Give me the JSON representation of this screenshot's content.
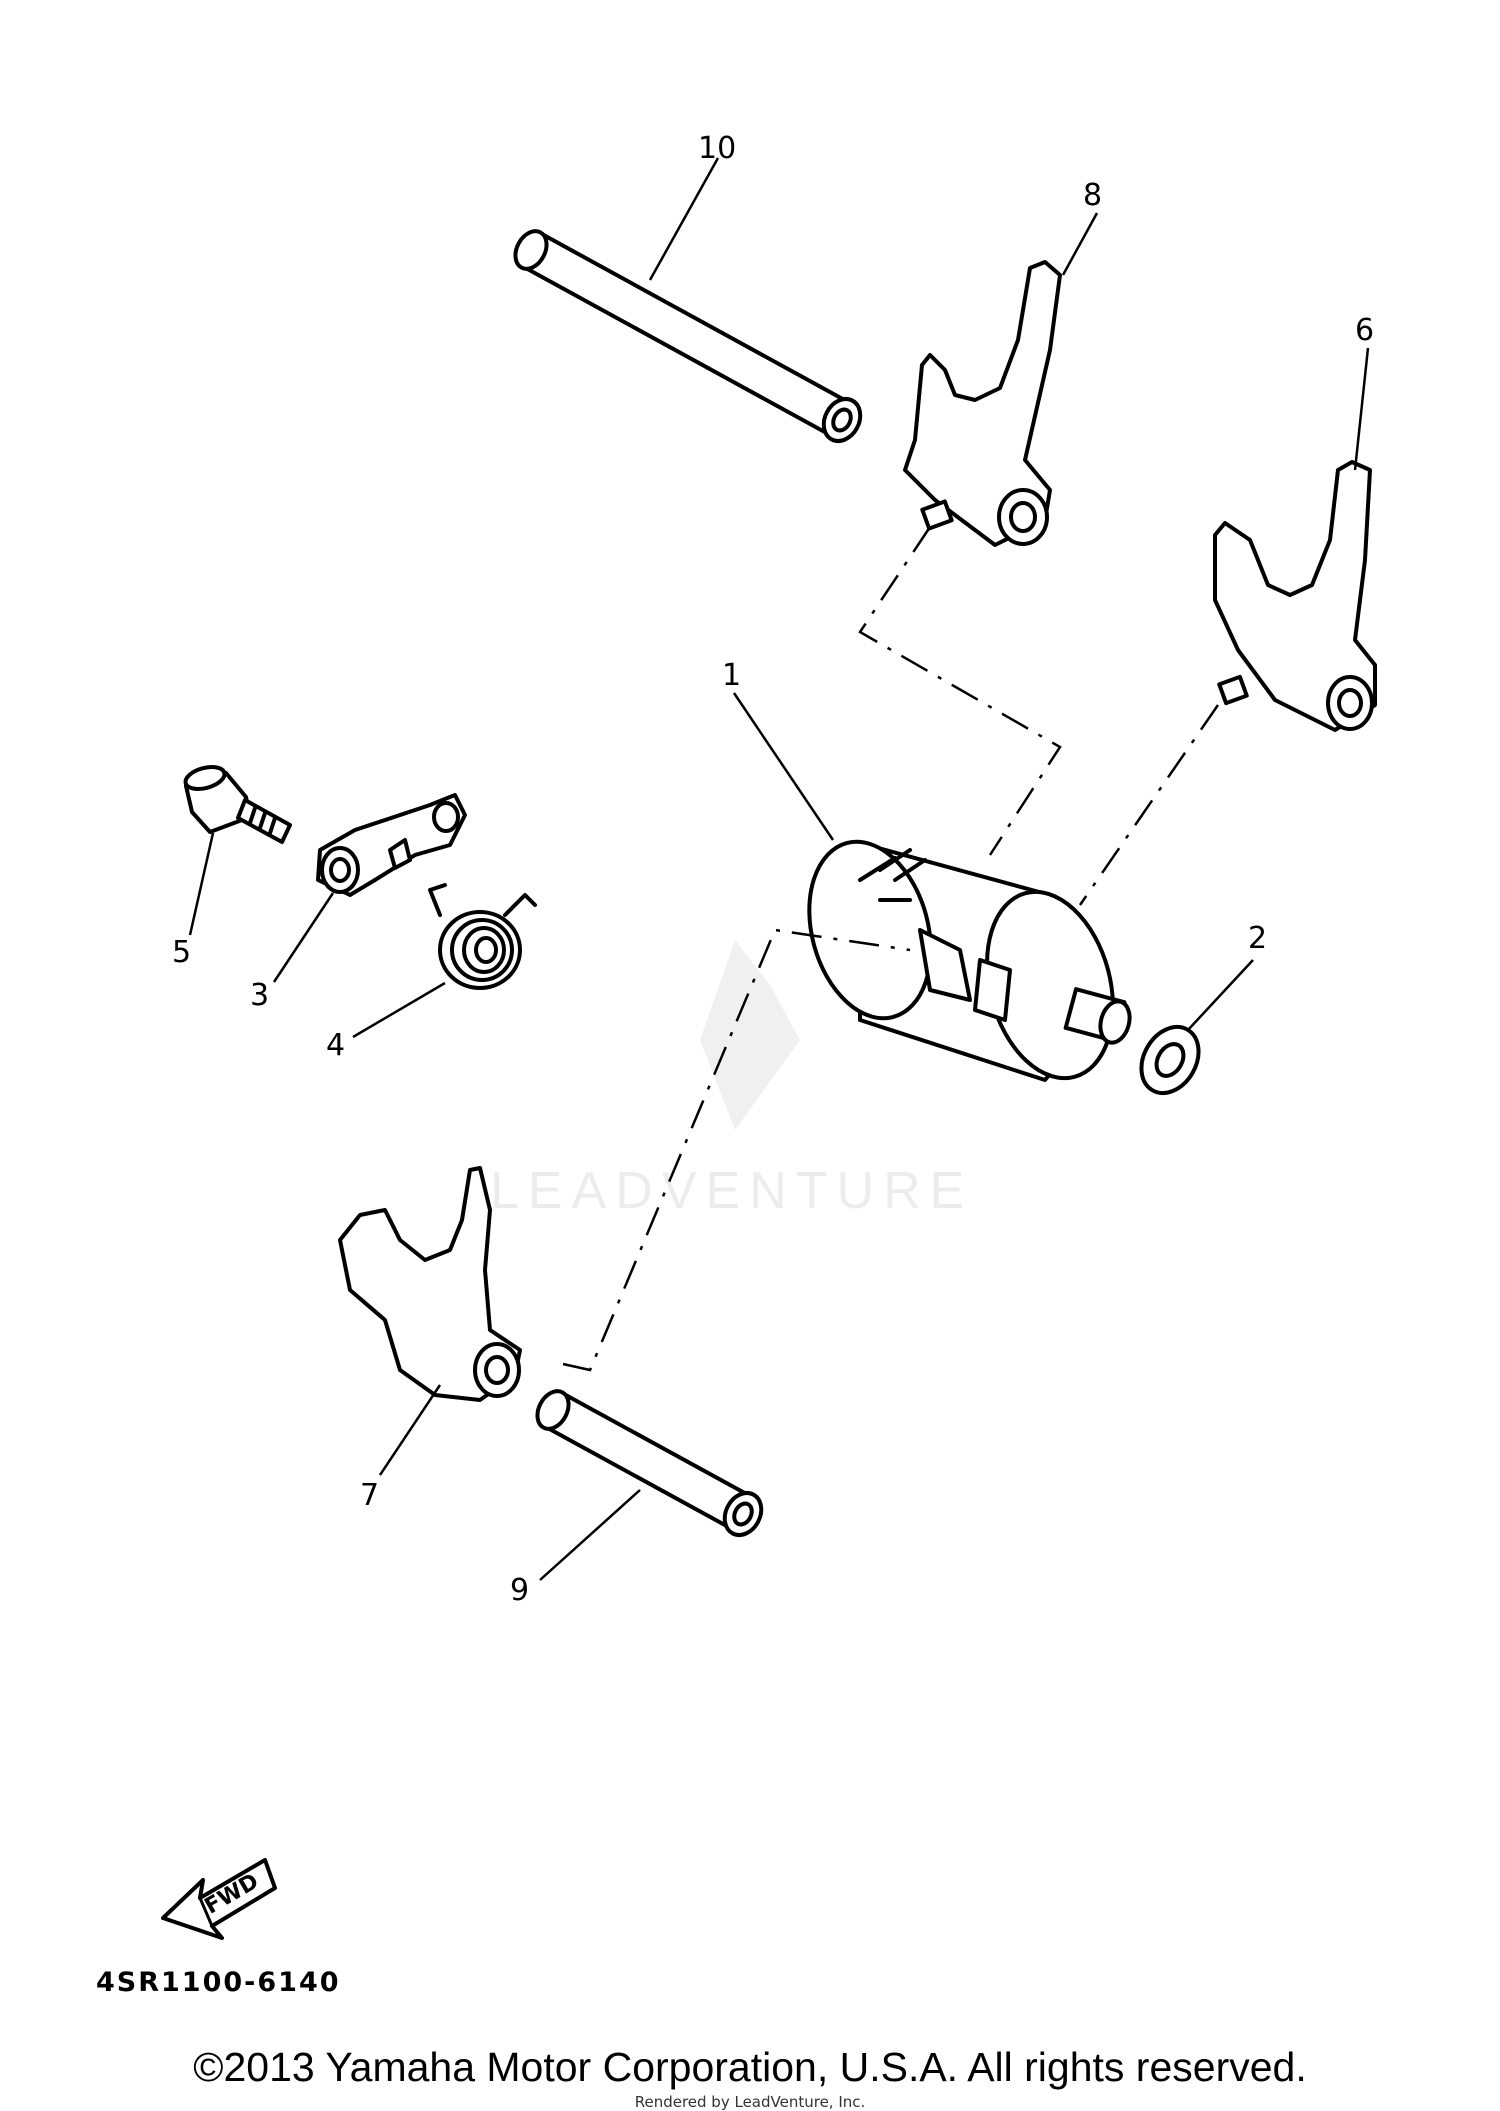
{
  "diagram": {
    "callouts": {
      "c1": "1",
      "c2": "2",
      "c3": "3",
      "c4": "4",
      "c5": "5",
      "c6": "6",
      "c7": "7",
      "c8": "8",
      "c9": "9",
      "c10": "10"
    },
    "fwd_label": "FWD",
    "diagram_code": "4SR1100-6140",
    "watermark": "LEADVENTURE"
  },
  "footer": {
    "copyright": "©2013 Yamaha Motor Corporation, U.S.A. All rights reserved.",
    "rendered_by": "Rendered by LeadVenture, Inc."
  }
}
